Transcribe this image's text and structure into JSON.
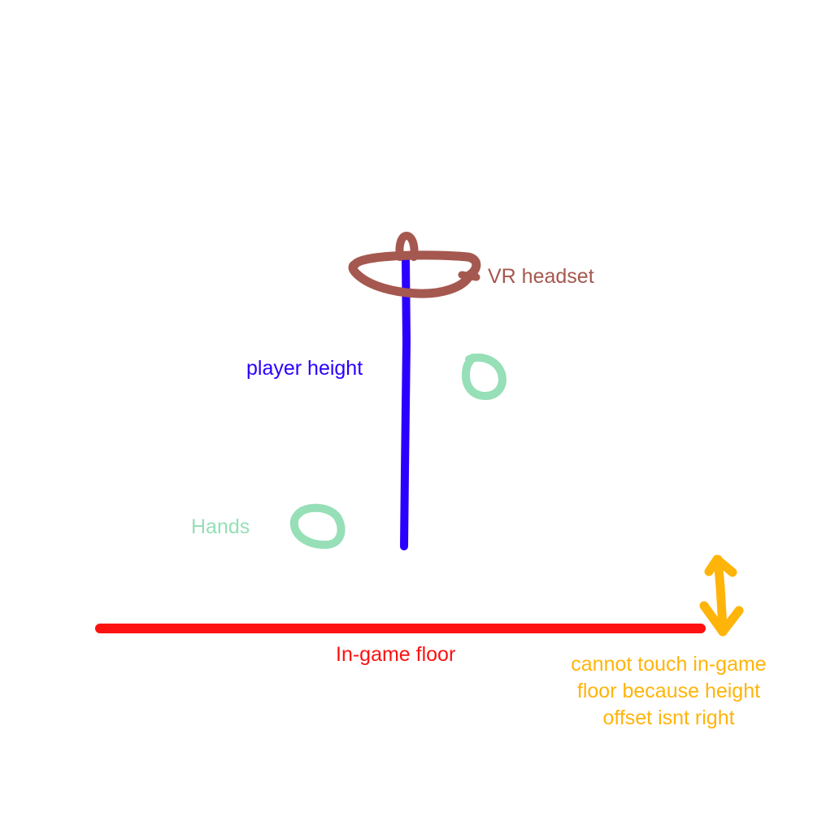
{
  "labels": {
    "vr_headset": "VR headset",
    "player_height": "player height",
    "hands": "Hands",
    "in_game_floor": "In-game floor",
    "note_lines": [
      "cannot touch in-game",
      "floor because height",
      "offset isnt right"
    ]
  },
  "colors": {
    "headset": "#a5584f",
    "player_height": "#2a00ff",
    "hands": "#96dfb7",
    "floor": "#ff1111",
    "offset_note": "#ffb40a",
    "background": "#ffffff"
  },
  "icons": {
    "headset": "headset-outline-icon",
    "hand": "hand-circle-icon",
    "offset": "double-arrow-icon"
  }
}
